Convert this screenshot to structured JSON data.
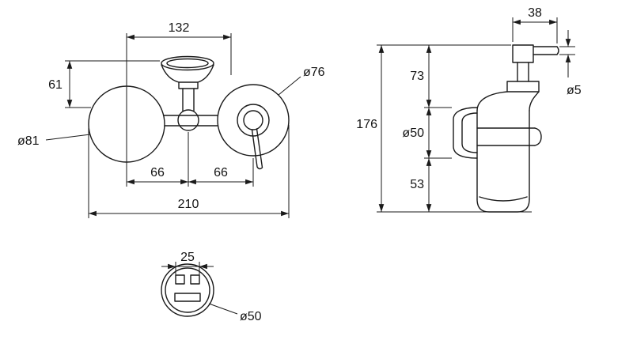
{
  "front_view": {
    "dim_dish_offset": "132",
    "dim_dish_height": "61",
    "dia_left_holder": "ø81",
    "dia_right_holder": "ø76",
    "dim_left_spacing": "66",
    "dim_right_spacing": "66",
    "dim_total_width": "210"
  },
  "side_view": {
    "dim_pump_width": "38",
    "dim_upper_height": "73",
    "dim_total_height": "176",
    "dia_wall_plate": "ø50",
    "dim_lower_height": "53",
    "dia_spout": "ø5"
  },
  "top_view": {
    "dim_slot_span": "25",
    "dia_plate": "ø50"
  },
  "colors": {
    "line": "#1a1a1a",
    "background": "#ffffff"
  }
}
